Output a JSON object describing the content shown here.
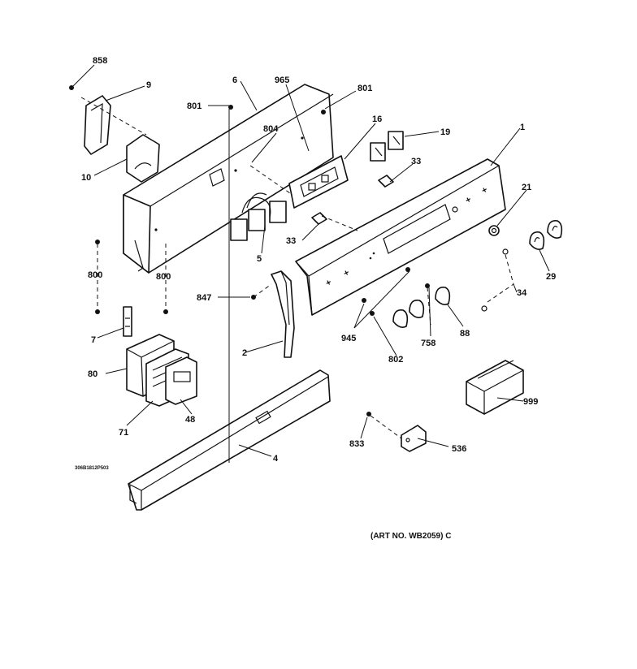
{
  "callouts": [
    {
      "id": "c858",
      "label": "858"
    },
    {
      "id": "c9",
      "label": "9"
    },
    {
      "id": "c6",
      "label": "6"
    },
    {
      "id": "c965",
      "label": "965"
    },
    {
      "id": "c801a",
      "label": "801"
    },
    {
      "id": "c801b",
      "label": "801"
    },
    {
      "id": "c804",
      "label": "804"
    },
    {
      "id": "c16",
      "label": "16"
    },
    {
      "id": "c19",
      "label": "19"
    },
    {
      "id": "c1",
      "label": "1"
    },
    {
      "id": "c10",
      "label": "10"
    },
    {
      "id": "c33a",
      "label": "33"
    },
    {
      "id": "c21",
      "label": "21"
    },
    {
      "id": "c33b",
      "label": "33"
    },
    {
      "id": "c5",
      "label": "5"
    },
    {
      "id": "c800a",
      "label": "800"
    },
    {
      "id": "c800b",
      "label": "800"
    },
    {
      "id": "c29",
      "label": "29"
    },
    {
      "id": "c847",
      "label": "847"
    },
    {
      "id": "c34",
      "label": "34"
    },
    {
      "id": "c7",
      "label": "7"
    },
    {
      "id": "c945",
      "label": "945"
    },
    {
      "id": "c758",
      "label": "758"
    },
    {
      "id": "c88",
      "label": "88"
    },
    {
      "id": "c2",
      "label": "2"
    },
    {
      "id": "c802",
      "label": "802"
    },
    {
      "id": "c80",
      "label": "80"
    },
    {
      "id": "c999",
      "label": "999"
    },
    {
      "id": "c71",
      "label": "71"
    },
    {
      "id": "c48",
      "label": "48"
    },
    {
      "id": "c833",
      "label": "833"
    },
    {
      "id": "c536",
      "label": "536"
    },
    {
      "id": "c4",
      "label": "4"
    }
  ],
  "drawing_code": "306B1812P503",
  "art_number": "(ART NO. WB2059) C"
}
